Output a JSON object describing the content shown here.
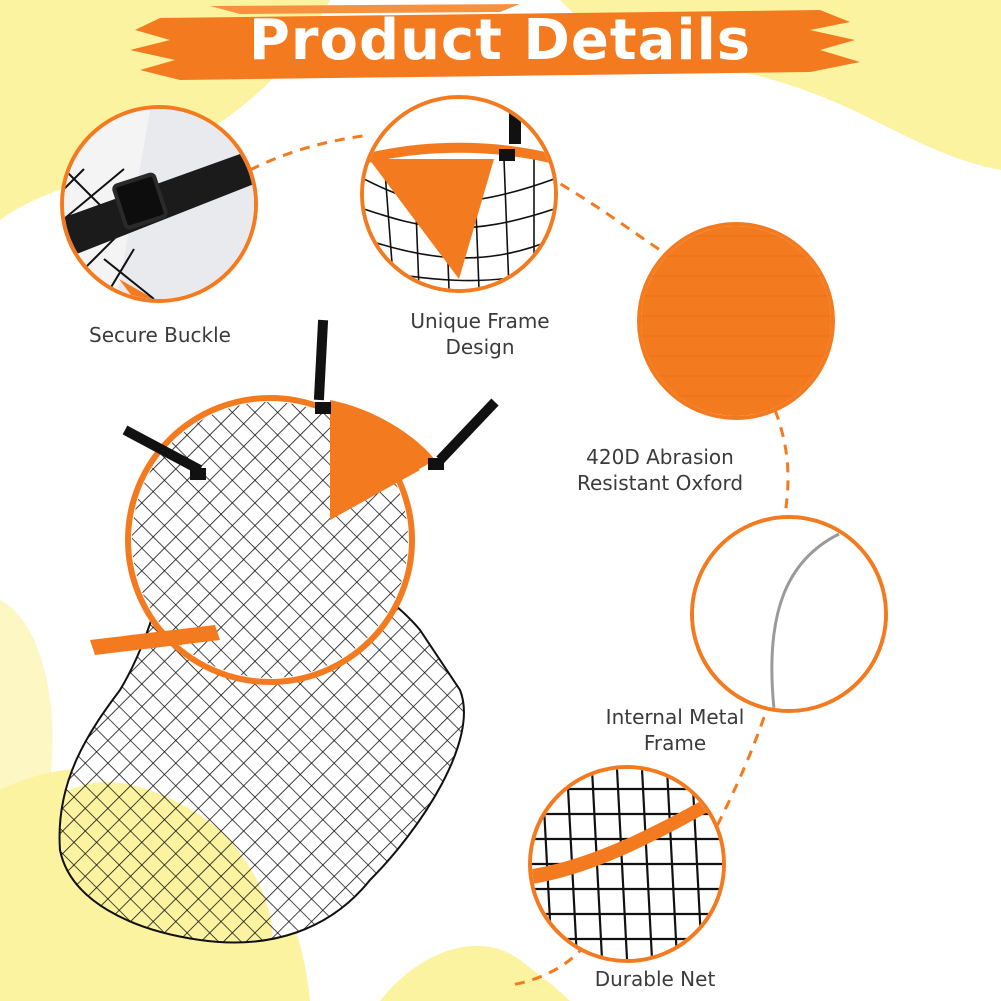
{
  "title": "Product Details",
  "features": [
    {
      "label": "Secure Buckle"
    },
    {
      "label": "Unique Frame Design"
    },
    {
      "label": "420D Abrasion Resistant Oxford"
    },
    {
      "label": "Internal Metal Frame"
    },
    {
      "label": "Durable Net"
    }
  ],
  "colors": {
    "accent": "#f47a1f",
    "highlight": "#fbf3a0",
    "net": "#111111"
  }
}
